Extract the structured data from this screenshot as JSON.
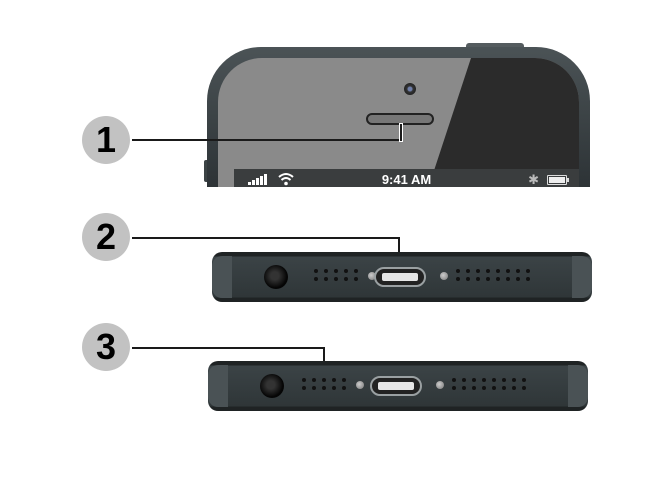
{
  "diagram": {
    "description": "iPhone 5 hardware callouts: top front view and two bottom-edge views",
    "callouts": [
      {
        "number": "1",
        "target": "receiver/front speaker"
      },
      {
        "number": "2",
        "target": "Lightning connector"
      },
      {
        "number": "3",
        "target": "bottom microphone/speaker grille"
      }
    ],
    "status_bar": {
      "time": "9:41 AM",
      "signal_icon": "signal-bars-icon",
      "wifi_icon": "wifi-icon",
      "bluetooth_icon": "bluetooth-icon",
      "battery_icon": "battery-icon"
    },
    "colors": {
      "badge": "#c2c2c2",
      "leader_line": "#1a1a1a",
      "phone_body": "#3b4346",
      "screen": "#8a8a8a",
      "screen_dark": "#2b2b2b"
    }
  }
}
